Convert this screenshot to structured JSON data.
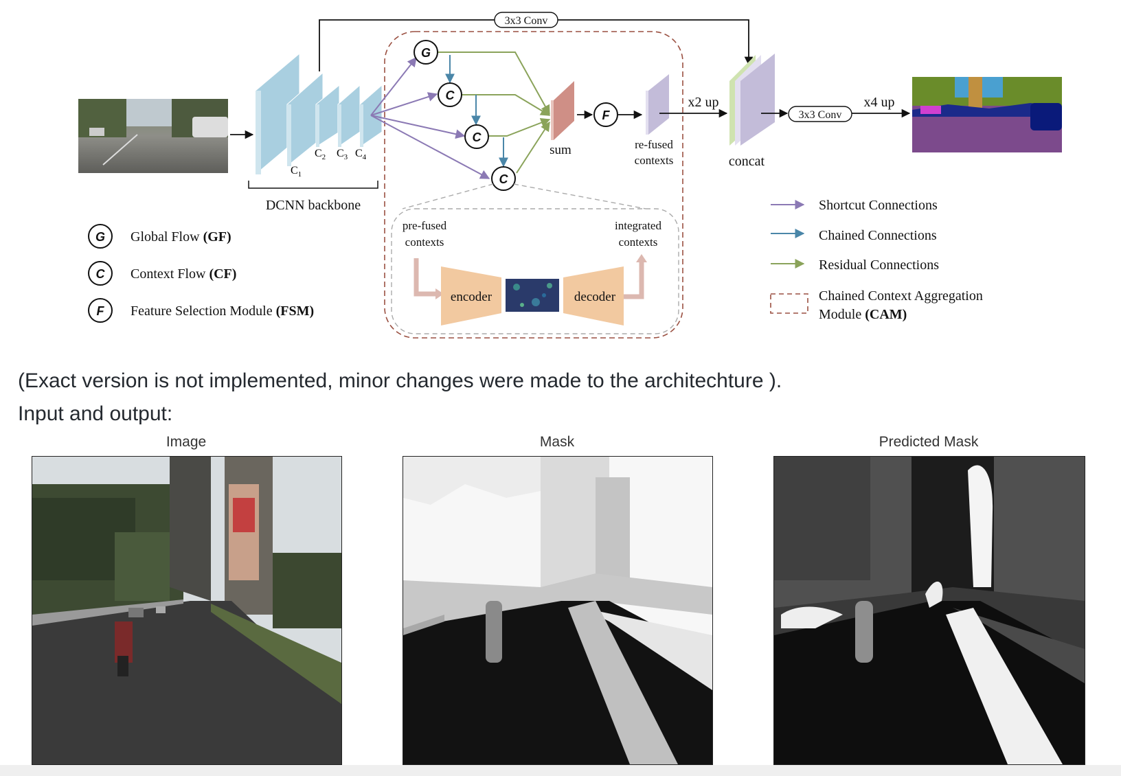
{
  "diagram": {
    "top_conv_label": "3x3 Conv",
    "backbone_label": "DCNN backbone",
    "c1": "C",
    "c1_sub": "1",
    "c2": "C",
    "c2_sub": "2",
    "c3": "C",
    "c3_sub": "3",
    "c4": "C",
    "c4_sub": "4",
    "glyph_g": "G",
    "glyph_c": "C",
    "glyph_f": "F",
    "sum_label": "sum",
    "refused_line1": "re-fused",
    "refused_line2": "contexts",
    "x2up_label": "x2 up",
    "concat_label": "concat",
    "conv_label": "3x3 Conv",
    "x4up_label": "x4 up",
    "prefused_line1": "pre-fused",
    "prefused_line2": "contexts",
    "integrated_line1": "integrated",
    "integrated_line2": "contexts",
    "encoder_label": "encoder",
    "decoder_label": "decoder",
    "legend_left": [
      {
        "glyph": "G",
        "text": "Global Flow ",
        "bold": "(GF)"
      },
      {
        "glyph": "C",
        "text": "Context Flow ",
        "bold": "(CF)"
      },
      {
        "glyph": "F",
        "text": "Feature Selection Module ",
        "bold": "(FSM)"
      }
    ],
    "legend_right": [
      {
        "text": "Shortcut Connections",
        "color": "#8b79b4"
      },
      {
        "text": "Chained Connections",
        "color": "#4a86a8"
      },
      {
        "text": "Residual Connections",
        "color": "#8aa35a"
      }
    ],
    "cam_line1": "Chained Context Aggregation",
    "cam_line2_text": "Module ",
    "cam_line2_bold": "(CAM)"
  },
  "captions": {
    "line1": "(Exact version is not implemented, minor changes were made to the architechture ).",
    "line2": "Input and output:"
  },
  "panels": {
    "image_title": "Image",
    "mask_title": "Mask",
    "pred_title": "Predicted Mask"
  },
  "colors": {
    "backbone_blue": "#a9cfe0",
    "sum_red": "#cf8f86",
    "refused_purple": "#c3bcd9",
    "encoder_tan": "#f2c9a0",
    "cam_border": "#9a4f40",
    "shortcut": "#8b79b4",
    "chained": "#4a86a8",
    "residual": "#8aa35a"
  }
}
